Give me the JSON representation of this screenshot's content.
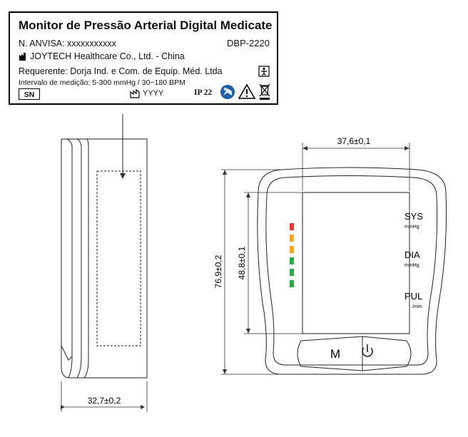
{
  "label": {
    "title": "Monitor de Pressão Arterial Digital Medicate",
    "anvisa": "N. ANVISA: xxxxxxxxxxx",
    "model": "DBP-2220",
    "manufacturer": "JOYTECH Healthcare Co., Ltd. - China",
    "requester": "Requerente: Dorja Ind. e Com. de Equip. Méd. Ltda",
    "interval": "Intervalo de medição: 5-300 mmHg / 30~180 BPM",
    "sn": "SN",
    "date": "YYYY",
    "ip": "IP 22"
  },
  "device": {
    "sys": "SYS",
    "sys_unit": "mmHg",
    "dia": "DIA",
    "dia_unit": "mmHg",
    "pul": "PUL",
    "pul_unit": "/min",
    "m_button": "M",
    "led_colors": [
      "#e53935",
      "#e53935",
      "#f5a623",
      "#f5a623",
      "#2eaa4a",
      "#2eaa4a",
      "#2eaa4a",
      "#2eaa4a"
    ]
  },
  "dimensions": {
    "side_width": "32,7±0,2",
    "screen_width": "37,6±0,1",
    "total_height": "76,9±0,2",
    "screen_height": "48,8±0,1"
  }
}
